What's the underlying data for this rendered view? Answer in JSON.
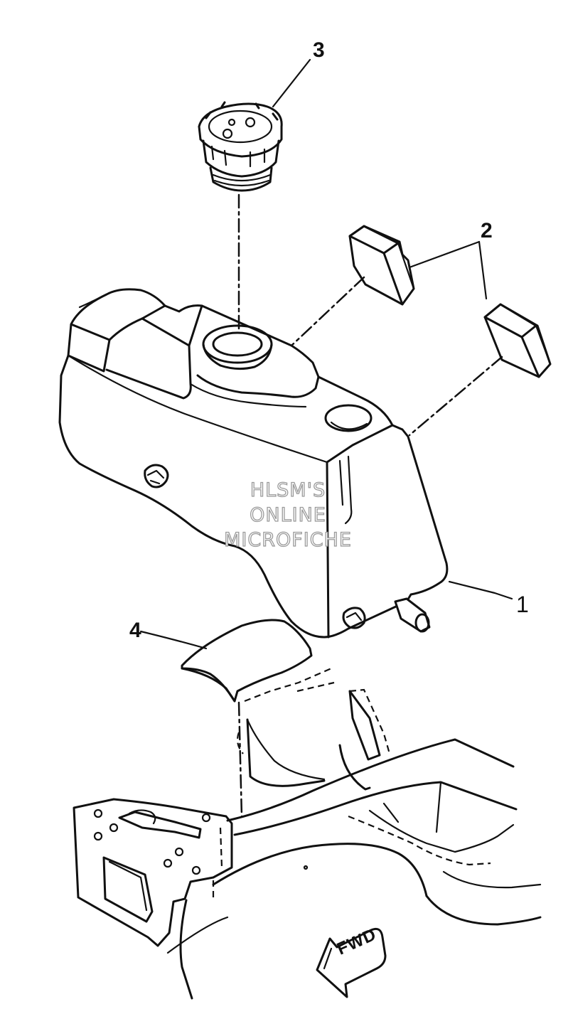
{
  "callouts": {
    "part_1": "1",
    "part_2": "2",
    "part_3": "3",
    "part_4": "4"
  },
  "arrow_label": "FWD",
  "watermark": {
    "line1": "HLSM'S",
    "line2": "ONLINE",
    "line3": "MICROFICHE"
  }
}
